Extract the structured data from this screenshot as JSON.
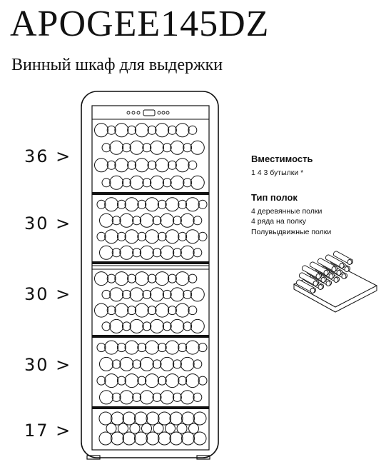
{
  "header": {
    "model": "APOGEE145DZ",
    "subtitle": "Винный шкаф для выдержки"
  },
  "zones": [
    {
      "count": "36 >"
    },
    {
      "count": "30 >"
    },
    {
      "count": "30 >"
    },
    {
      "count": "30 >"
    },
    {
      "count": "17 >"
    }
  ],
  "specs": {
    "capacity_heading": "Вместимость",
    "capacity_value": "1 4 3 бутылки *",
    "shelves_heading": "Тип полок",
    "shelves_lines": [
      "4 деревянные полки",
      "4 ряда на полку",
      "Полувыдвижные полки"
    ]
  },
  "icons": [
    "cabinet-outline",
    "control-panel-icon",
    "bottle-stack-icon"
  ],
  "colors": {
    "line": "#111111",
    "background": "#ffffff"
  }
}
